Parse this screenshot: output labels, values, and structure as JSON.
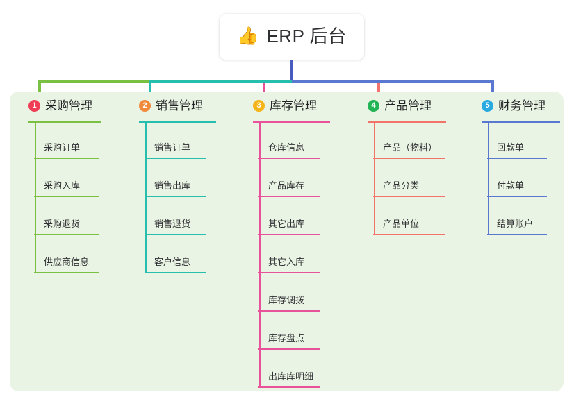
{
  "root": {
    "emoji": "👍",
    "emoji_name": "thumbs-up-icon",
    "title": "ERP 后台"
  },
  "colors": {
    "canvas": "#ffffff",
    "panel_bg": "#eaf4e4",
    "root_card_bg": "#ffffff",
    "trunk": "#4a5bbf",
    "text": "#303134",
    "title_text": "#232426",
    "branch_1_line": "#7ac143",
    "branch_2_line": "#26bfad",
    "branch_3_line": "#e8529b",
    "branch_4_line": "#f2736a",
    "branch_5_line": "#5a78cf",
    "badge_1": "#ef3e55",
    "badge_2": "#f08a3c",
    "badge_3": "#f5b418",
    "badge_4": "#22b455",
    "badge_5": "#29abe2"
  },
  "branches": [
    {
      "index": "1",
      "title": "采购管理",
      "line_color": "#7ac143",
      "badge_color": "#ef3e55",
      "leaves": [
        {
          "label": "采购订单"
        },
        {
          "label": "采购入库"
        },
        {
          "label": "采购退货"
        },
        {
          "label": "供应商信息"
        }
      ]
    },
    {
      "index": "2",
      "title": "销售管理",
      "line_color": "#26bfad",
      "badge_color": "#f08a3c",
      "leaves": [
        {
          "label": "销售订单"
        },
        {
          "label": "销售出库"
        },
        {
          "label": "销售退货"
        },
        {
          "label": "客户信息"
        }
      ]
    },
    {
      "index": "3",
      "title": "库存管理",
      "line_color": "#e8529b",
      "badge_color": "#f5b418",
      "leaves": [
        {
          "label": "仓库信息"
        },
        {
          "label": "产品库存"
        },
        {
          "label": "其它出库"
        },
        {
          "label": "其它入库"
        },
        {
          "label": "库存调拨"
        },
        {
          "label": "库存盘点"
        },
        {
          "label": "出库库明细"
        }
      ]
    },
    {
      "index": "4",
      "title": "产品管理",
      "line_color": "#f2736a",
      "badge_color": "#22b455",
      "leaves": [
        {
          "label": "产品（物料）"
        },
        {
          "label": "产品分类"
        },
        {
          "label": "产品单位"
        }
      ]
    },
    {
      "index": "5",
      "title": "财务管理",
      "line_color": "#5a78cf",
      "badge_color": "#29abe2",
      "leaves": [
        {
          "label": "回款单"
        },
        {
          "label": "付款单"
        },
        {
          "label": "结算账户"
        }
      ]
    }
  ]
}
